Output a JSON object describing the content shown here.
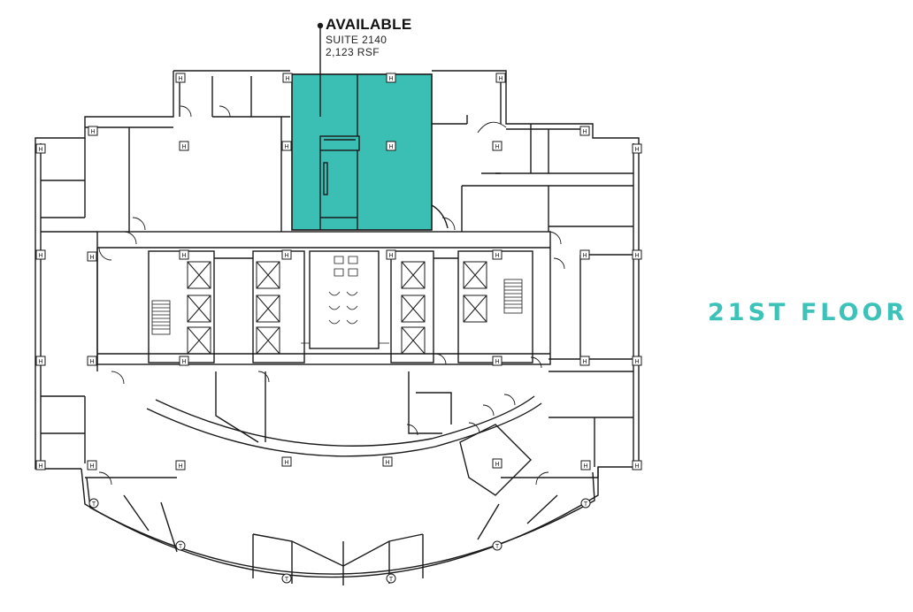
{
  "callout": {
    "status": "AVAILABLE",
    "suite": "SUITE 2140",
    "area": "2,123 RSF"
  },
  "floor_label": "21ST FLOOR",
  "colors": {
    "available_fill": "#3bbfb4",
    "floor_label": "#3cc2b8",
    "walls": "#1a1a1a"
  },
  "icons": {
    "fixture_marker": "H",
    "column_marker": "circle-T"
  }
}
